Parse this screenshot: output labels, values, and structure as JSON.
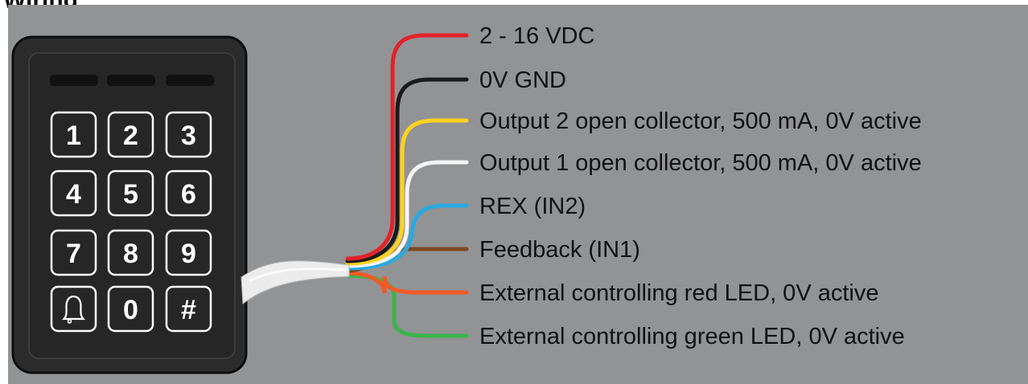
{
  "heading": "Wiring",
  "keypad": {
    "keys": [
      "1",
      "2",
      "3",
      "4",
      "5",
      "6",
      "7",
      "8",
      "9",
      "bell-icon",
      "0",
      "#"
    ]
  },
  "wires": [
    {
      "label": "2 - 16 VDC",
      "color": "#e3222a"
    },
    {
      "label": "0V GND",
      "color": "#1a1a1a"
    },
    {
      "label": "Output 2 open collector, 500 mA, 0V active",
      "color": "#ffd21f"
    },
    {
      "label": "Output 1 open collector, 500 mA, 0V active",
      "color": "#f4f4f4"
    },
    {
      "label": "REX (IN2)",
      "color": "#29a9e1"
    },
    {
      "label": "Feedback (IN1)",
      "color": "#7a4a25"
    },
    {
      "label": "External controlling red LED, 0V active",
      "color": "#f15a24"
    },
    {
      "label": "External controlling green LED, 0V active",
      "color": "#39b54a"
    }
  ]
}
